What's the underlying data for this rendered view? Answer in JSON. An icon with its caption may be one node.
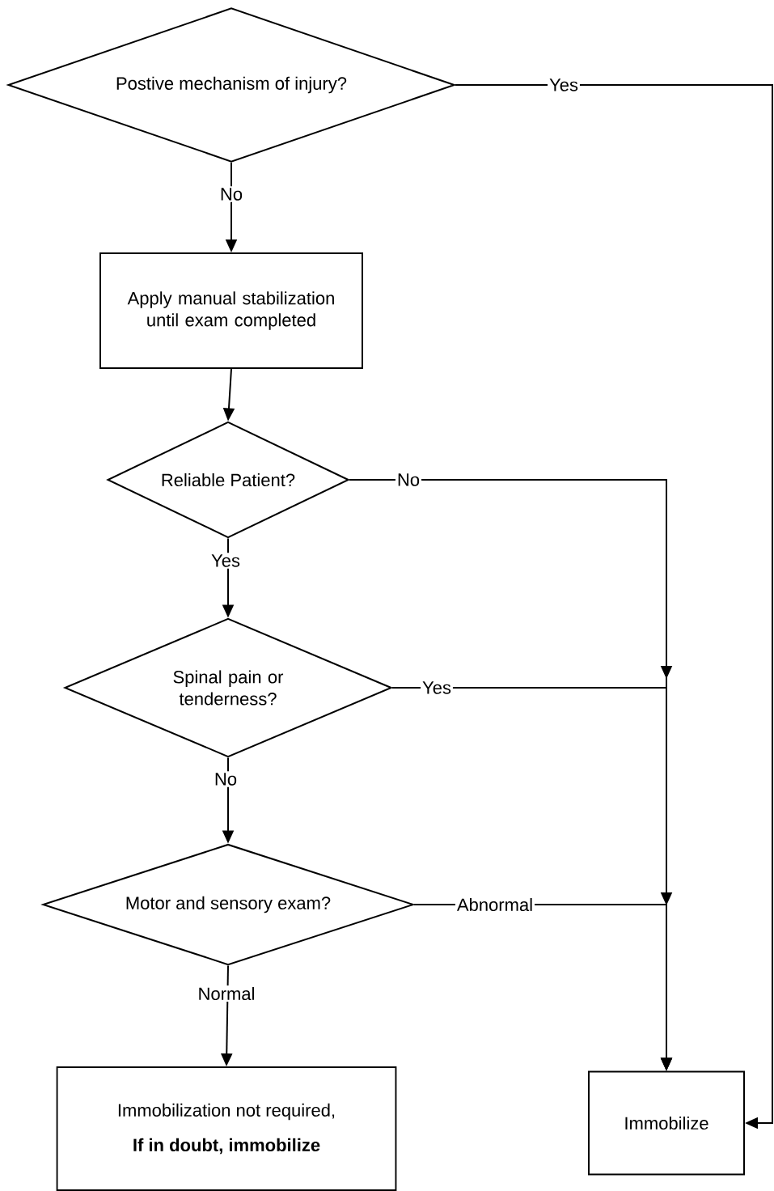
{
  "diagram": {
    "nodes": [
      {
        "text": [
          "Postive mechanism of injury?"
        ]
      },
      {
        "text": [
          "Apply manual stabilization until exam completed"
        ]
      },
      {
        "text": [
          "Reliable Patient?"
        ]
      },
      {
        "text": [
          "Spinal pain or tenderness?"
        ]
      },
      {
        "text": [
          "Motor and sensory exam?"
        ]
      },
      {
        "text": [
          "Immobilization not required,",
          "If in doubt, immobilize"
        ]
      },
      {
        "text": [
          "Immobilize"
        ]
      }
    ],
    "edges": [
      {
        "from": 0,
        "to": 1,
        "arrow": "to",
        "label": "No"
      },
      {
        "from": 0,
        "to": 6,
        "arrow": "to",
        "label": "Yes"
      },
      {
        "from": 1,
        "to": 2,
        "arrow": "to"
      },
      {
        "from": 2,
        "to": 3,
        "arrow": "to",
        "label": "Yes"
      },
      {
        "from": 2,
        "to": 6,
        "arrow": "to",
        "label": "No"
      },
      {
        "from": 3,
        "to": 4,
        "arrow": "to",
        "label": "No"
      },
      {
        "from": 3,
        "to": 6,
        "arrow": "to",
        "label": "Yes"
      },
      {
        "from": 4,
        "to": 5,
        "arrow": "to",
        "label": "Normal"
      },
      {
        "from": 4,
        "to": 6,
        "arrow": "to",
        "label": "Abnormal"
      }
    ]
  }
}
